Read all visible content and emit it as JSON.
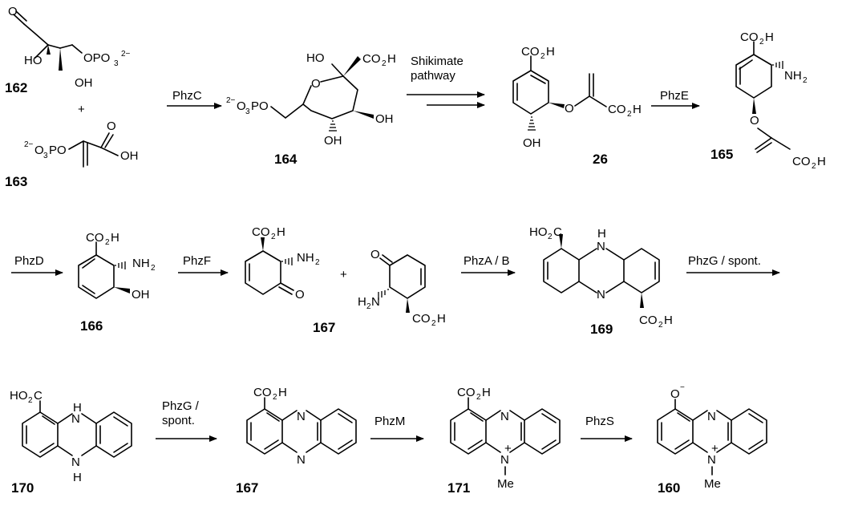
{
  "compounds": {
    "c162": "162",
    "c163": "163",
    "c164": "164",
    "c26": "26",
    "c165": "165",
    "c166": "166",
    "c167a": "167",
    "c169": "169",
    "c170": "170",
    "c167b": "167",
    "c171": "171",
    "c160": "160"
  },
  "enzymes": {
    "phzC": "PhzC",
    "shik1": "Shikimate",
    "shik2": "pathway",
    "phzE": "PhzE",
    "phzD": "PhzD",
    "phzF": "PhzF",
    "phzAB": "PhzA / B",
    "phzG1": "PhzG / spont.",
    "phzG2a": "PhzG /",
    "phzG2b": "spont.",
    "phzM": "PhzM",
    "phzS": "PhzS"
  },
  "plus": "+"
}
